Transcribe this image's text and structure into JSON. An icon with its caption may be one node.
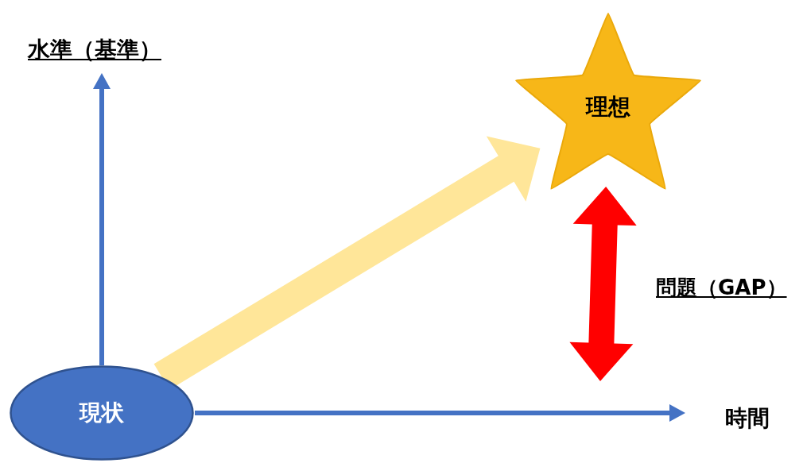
{
  "diagram": {
    "nodes": [
      {
        "text": [
          "現状"
        ]
      },
      {
        "text": [
          "理想"
        ]
      }
    ],
    "edges": [
      {
        "from": 0,
        "to": 1,
        "arrow": "to",
        "style": "thick",
        "color": "#ffe699"
      },
      {
        "from": 1,
        "to": null,
        "arrow": "both",
        "label": "問題（GAP）",
        "style": "thick",
        "color": "#ff0000"
      }
    ],
    "labels": [
      "水準（基準）",
      "時間"
    ]
  }
}
